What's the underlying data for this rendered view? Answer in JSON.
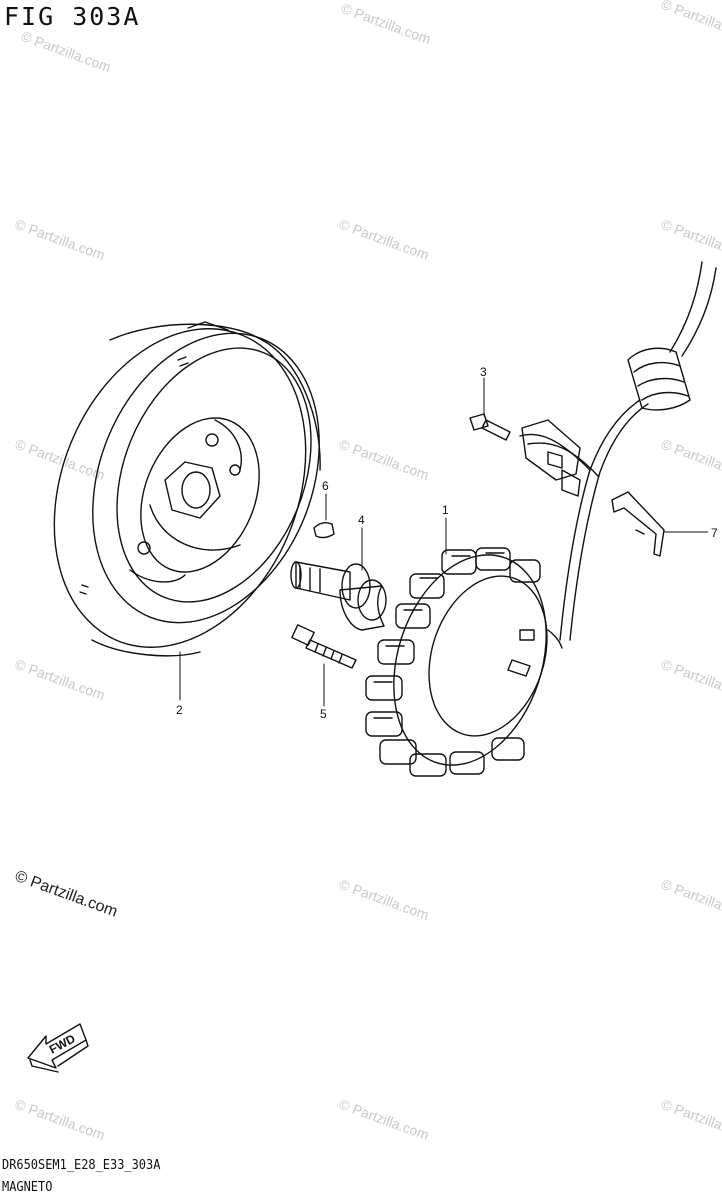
{
  "figure": {
    "title": "FIG 303A",
    "code": "DR650SEM1_E28_E33_303A",
    "caption": "MAGNETO"
  },
  "callouts": [
    {
      "id": "1",
      "label": "1"
    },
    {
      "id": "2",
      "label": "2"
    },
    {
      "id": "3",
      "label": "3"
    },
    {
      "id": "4",
      "label": "4"
    },
    {
      "id": "5",
      "label": "5"
    },
    {
      "id": "6",
      "label": "6"
    },
    {
      "id": "7",
      "label": "7"
    }
  ],
  "watermark": {
    "text": "© Partzilla.com"
  },
  "fwd_label": "FWD",
  "colors": {
    "line": "#111111",
    "watermark": "#c9c9c9"
  }
}
